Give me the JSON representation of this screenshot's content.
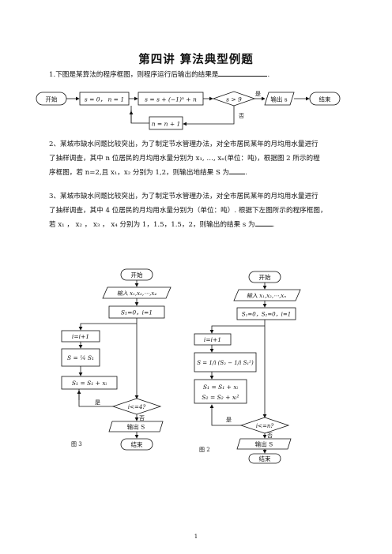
{
  "title": "第四讲  算法典型例题",
  "q1": {
    "text": "1.下图是某算法的程序框图，则程序运行后输出的结果是",
    "end": "."
  },
  "q2": {
    "line1": "2、某城市缺水问题比较突出，为了制定节水管理办法，对全市居民某年的月均用水量进行",
    "line2": "了抽样调查，其中 n 位居民的月均用水量分别为 x₁, …, xₙ(单位：吨)，根据图 2 所示的程",
    "line3": "序框图，若 n=2,且 x₁，x₂ 分别为 1,2，则输出地结果 S 为",
    "end": "."
  },
  "q3": {
    "line1": "3、某城市缺水问题比较突出，为了制定节水管理办法，对全市居民某年的月均用水量进行",
    "line2": "了抽样调查，其中 4 位居民的月均用水量分别为（单位：吨）. 根据下左图所示的程序框图，",
    "line3": "若 x₁ ， x₂ ， x₃ ， x₄ 分别为 1，1.5，1.5，2，则输出的结果 s 为",
    "end": "."
  },
  "flow1": {
    "start": "开始",
    "init": "s = 0， n = 1",
    "update": "s = s + (−1)ⁿ + n",
    "cond": "s > 9",
    "yes": "是",
    "no": "否",
    "output": "输出 s",
    "end": "结束",
    "incr": "n = n + 1"
  },
  "fig3": {
    "start": "开始",
    "input": "输入 x₁,x₂,⋯,x₄",
    "init": "S₁=0，i=1",
    "incr": "i=i+1",
    "calc": "S = ¼ S₁",
    "accum": "S₁ = S₁ + xᵢ",
    "cond": "i<=4?",
    "yes": "是",
    "no": "否",
    "output": "输出 S",
    "end": "结束",
    "caption": "图 3"
  },
  "fig2": {
    "start": "开始",
    "input": "输入 x₁,x₂,⋯,xₙ",
    "init": "S₁=0，S₂=0，i=1",
    "incr": "i=i+1",
    "calc": "S = 1/i (S₂ − 1/i S₁²)",
    "accum1": "S₁ = S₁ + xᵢ",
    "accum2": "S₂ = S₂ + xᵢ²",
    "cond": "i<=n?",
    "yes": "是",
    "no": "否",
    "output": "输出 S",
    "end": "结束",
    "caption": "图 2"
  },
  "page_number": "1"
}
